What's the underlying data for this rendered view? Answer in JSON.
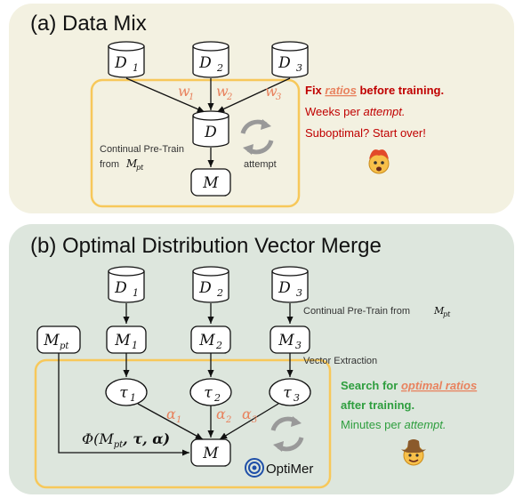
{
  "panel_a": {
    "title": "(a) Data Mix",
    "datasets": [
      "D",
      "D",
      "D"
    ],
    "subs": [
      "1",
      "2",
      "3"
    ],
    "weights": [
      "w",
      "w",
      "w"
    ],
    "merged": "D",
    "model": "M",
    "cpt_line1": "Continual Pre-Train",
    "cpt_line2": "from",
    "cpt_mpt": "M",
    "cpt_mpt_sub": "pt",
    "attempt": "attempt",
    "note_fix": "Fix",
    "note_ratios": "ratios",
    "note_before": "before training.",
    "note_weeks": "Weeks per",
    "note_attempt": "attempt.",
    "note_suboptimal": "Suboptimal? Start over!"
  },
  "panel_b": {
    "title": "(b) Optimal Distribution Vector Merge",
    "datasets": [
      "D",
      "D",
      "D"
    ],
    "subs": [
      "1",
      "2",
      "3"
    ],
    "cpt_label": "Continual Pre-Train from",
    "cpt_mpt": "M",
    "cpt_mpt_sub": "pt",
    "mpt": "M",
    "mpt_sub": "pt",
    "models": [
      "M",
      "M",
      "M"
    ],
    "vector_extraction": "Vector Extraction",
    "taus": [
      "τ",
      "τ",
      "τ"
    ],
    "alphas": [
      "α",
      "α",
      "α"
    ],
    "phi_pre": "Φ(M",
    "phi_sub": "pt",
    "phi_post": ", τ, α)",
    "merged_model": "M",
    "optimer": "OptiMer",
    "note_search": "Search for",
    "note_optimal": "optimal ratios",
    "note_after": "after training.",
    "note_minutes": "Minutes per",
    "note_attempt": "attempt."
  },
  "colors": {
    "panel_a_bg": "#f3f1e1",
    "panel_b_bg": "#dde6dd",
    "highlight_box": "#f7c85a",
    "red": "#c00000",
    "green": "#2e9e3e",
    "orange": "#e8825e",
    "optimer_blue": "#1f4fa8"
  },
  "icons": [
    "refresh-cycle-icon",
    "exploding-head-emoji",
    "cowboy-emoji",
    "optimer-logo-icon"
  ]
}
